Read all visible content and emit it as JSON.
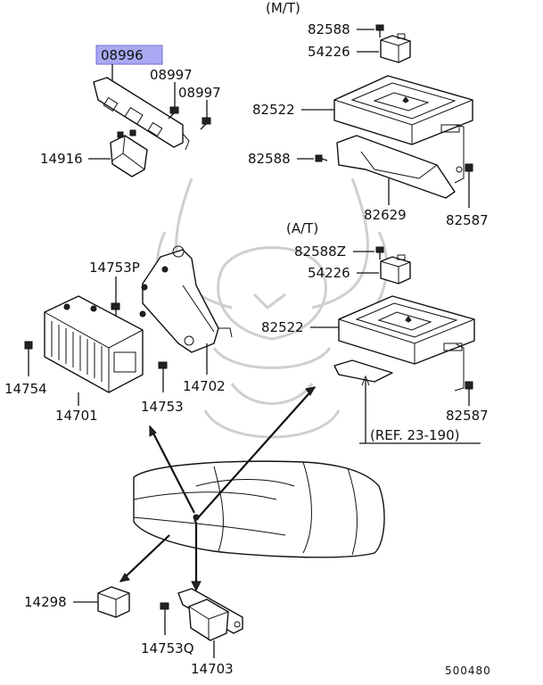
{
  "diagram": {
    "variant_mt": "(M/T)",
    "variant_at": "(A/T)",
    "reference": "(REF. 23-190)",
    "figure_number": "500480",
    "highlighted_part": "08996",
    "parts": {
      "p08996": "08996",
      "p08997a": "08997",
      "p08997b": "08997",
      "p14916": "14916",
      "p82588_mt_top": "82588",
      "p54226_mt": "54226",
      "p82522_mt": "82522",
      "p82588_mt_side": "82588",
      "p82629": "82629",
      "p82587_mt": "82587",
      "p82588Z": "82588Z",
      "p54226_at": "54226",
      "p82522_at": "82522",
      "p82587_at": "82587",
      "p14753P": "14753P",
      "p14754": "14754",
      "p14701": "14701",
      "p14702": "14702",
      "p14753": "14753",
      "p14298": "14298",
      "p14753Q": "14753Q",
      "p14703": "14703"
    },
    "colors": {
      "highlight_fill": "#a9a9f2",
      "watermark": "#cfcfcf",
      "line": "#111111"
    }
  }
}
